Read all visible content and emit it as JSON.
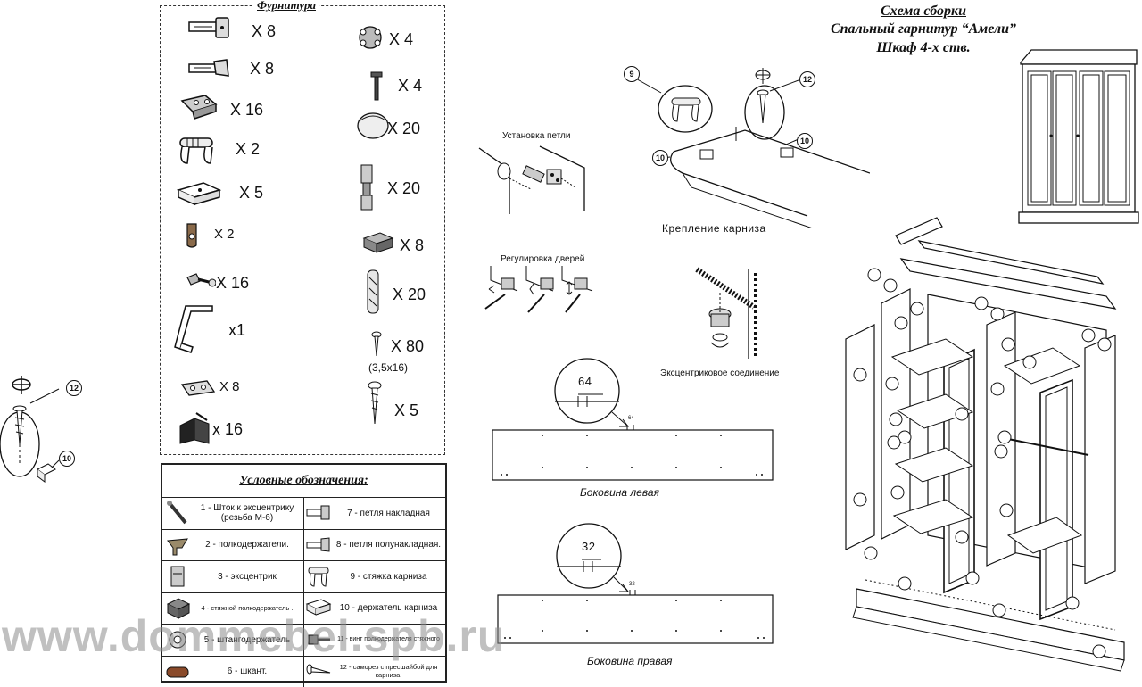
{
  "title": {
    "line1": "Схема сборки",
    "line2": "Спальный гарнитур “Амели”",
    "line3": "Шкаф 4-х ств."
  },
  "hardware": {
    "title": "Фурнитура",
    "left": [
      {
        "qty": "X 8",
        "icon": "hinge-overlay-icon"
      },
      {
        "qty": "X 8",
        "icon": "hinge-half-overlay-icon"
      },
      {
        "qty": "X 16",
        "icon": "hinge-plate-icon"
      },
      {
        "qty": "X 2",
        "icon": "cornice-tie-icon"
      },
      {
        "qty": "X 5",
        "icon": "cornice-holder-icon"
      },
      {
        "qty": "X 2",
        "icon": "clip-icon"
      },
      {
        "qty": "X 16",
        "icon": "connector-bolt-icon"
      },
      {
        "qty": "x1",
        "icon": "hex-key-icon"
      },
      {
        "qty": "X 8",
        "icon": "mounting-plate-icon"
      },
      {
        "qty": "x 16",
        "icon": "corner-bracket-icon"
      }
    ],
    "right": [
      {
        "qty": "X 4",
        "icon": "cam-washer-icon"
      },
      {
        "qty": "X 4",
        "icon": "bolt-icon"
      },
      {
        "qty": "X 20",
        "icon": "cap-icon"
      },
      {
        "qty": "X 20",
        "icon": "eccentric-rod-icon"
      },
      {
        "qty": "X 8",
        "icon": "shelf-support-tie-icon"
      },
      {
        "qty": "X 20",
        "icon": "dowel-icon"
      },
      {
        "qty": "X 80",
        "icon": "small-screw-icon",
        "sub": "(3,5x16)"
      },
      {
        "qty": "X 5",
        "icon": "screw-icon"
      }
    ]
  },
  "legend": {
    "title": "Условные обозначения:",
    "rows": [
      {
        "left": "1 - Шток к эксцентрику (резьба М-6)",
        "right": "7 - петля накладная"
      },
      {
        "left": "2 - полкодержатели.",
        "right": "8 - петля полунакладная."
      },
      {
        "left": "3 - эксцентрик",
        "right": "9 - стяжка карниза"
      },
      {
        "left": "4 - стяжной полкодержатель .",
        "right": "10 - держатель карниза"
      },
      {
        "left": "5 - штангодержатель",
        "right": "11 - винт полкодержателя стяжного"
      },
      {
        "left": "6 - шкант.",
        "right": "12 - саморез с пресшайбой для карниза."
      }
    ]
  },
  "labels": {
    "hinge_install": "Установка петли",
    "door_adjust": "Регулировка дверей",
    "cornice_mount": "Крепление карниза",
    "eccentric_joint": "Эксцентриковое соединение",
    "side_left": "Боковина левая",
    "side_right": "Боковина правая",
    "dim_left": "64",
    "dim_right": "32",
    "dim_left_small": "64",
    "dim_right_small": "32"
  },
  "callouts": {
    "n12": "12",
    "n10": "10",
    "n9": "9"
  },
  "watermark": "www.dommebel.spb.ru"
}
